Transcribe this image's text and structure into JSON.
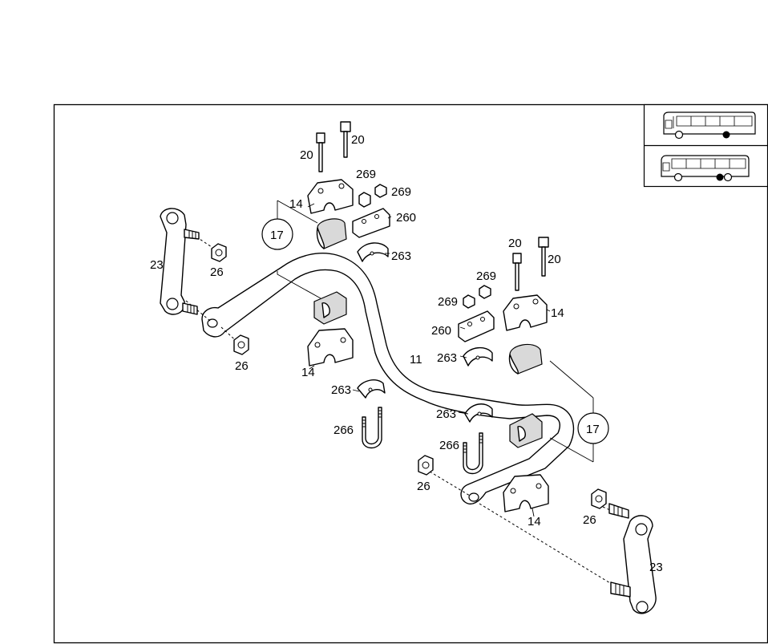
{
  "callouts": {
    "c20a": "20",
    "c20b": "20",
    "c20c": "20",
    "c20d": "20",
    "c269a": "269",
    "c269b": "269",
    "c269c": "269",
    "c269d": "269",
    "c14a": "14",
    "c14b": "14",
    "c14c": "14",
    "c14d": "14",
    "c260a": "260",
    "c260b": "260",
    "c263a": "263",
    "c263b": "263",
    "c263c": "263",
    "c263d": "263",
    "c17a": "17",
    "c17b": "17",
    "c23a": "23",
    "c23b": "23",
    "c26a": "26",
    "c26b": "26",
    "c26c": "26",
    "c26d": "26",
    "c11": "11",
    "c266a": "266",
    "c266b": "266"
  },
  "vehicle_icons": [
    "bus-two-axle-icon",
    "bus-three-axle-icon"
  ]
}
